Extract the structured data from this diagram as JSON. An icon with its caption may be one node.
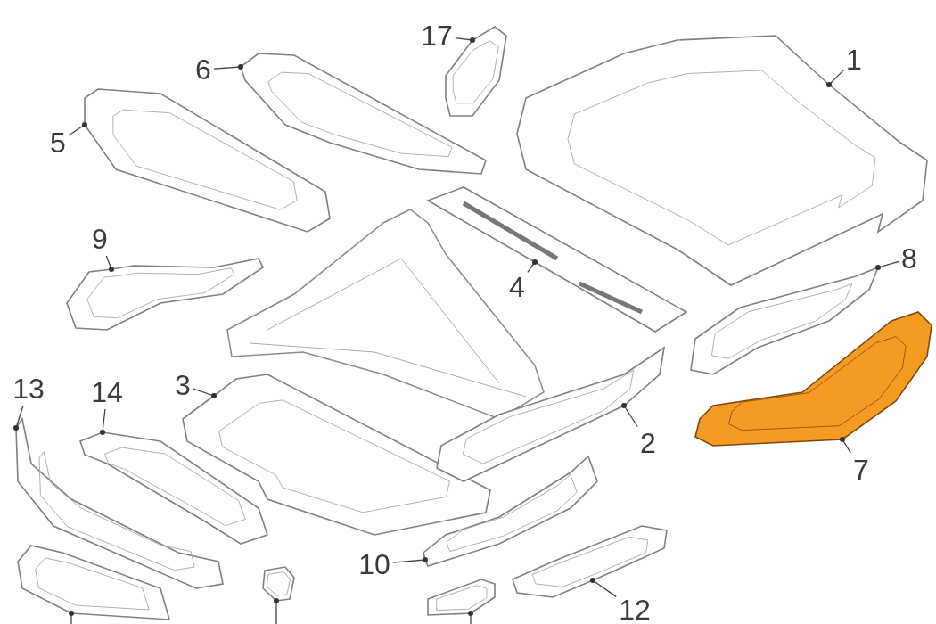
{
  "diagram": {
    "nodes": [
      {
        "text": [
          "17"
        ]
      },
      {
        "text": [],
        "shape": "picture"
      },
      {
        "text": [
          "6"
        ]
      },
      {
        "text": [],
        "shape": "picture"
      },
      {
        "text": [
          "1"
        ]
      },
      {
        "text": [],
        "shape": "picture"
      },
      {
        "text": [
          "5"
        ]
      },
      {
        "text": [],
        "shape": "picture"
      },
      {
        "text": [
          "9"
        ]
      },
      {
        "text": [],
        "shape": "picture"
      },
      {
        "text": [
          "8"
        ]
      },
      {
        "text": [],
        "shape": "picture"
      },
      {
        "text": [
          "4"
        ]
      },
      {
        "text": [],
        "shape": "picture"
      },
      {
        "text": [
          "13"
        ]
      },
      {
        "text": [],
        "shape": "picture"
      },
      {
        "text": [
          "14"
        ]
      },
      {
        "text": [],
        "shape": "picture"
      },
      {
        "text": [
          "3"
        ]
      },
      {
        "text": [],
        "shape": "picture"
      },
      {
        "text": [
          "2"
        ]
      },
      {
        "text": [],
        "shape": "picture"
      },
      {
        "text": [
          "7"
        ]
      },
      {
        "text": [],
        "shape": "picture"
      },
      {
        "text": [
          "10"
        ]
      },
      {
        "text": [],
        "shape": "picture"
      },
      {
        "text": [
          "12"
        ]
      },
      {
        "text": [],
        "shape": "picture"
      },
      {
        "text": [],
        "shape": "picture"
      },
      {
        "text": [],
        "shape": "picture"
      },
      {
        "text": [],
        "shape": "picture"
      }
    ],
    "edges": [
      {
        "from": 0,
        "to": 1,
        "arrow": "other"
      },
      {
        "from": 2,
        "to": 3,
        "arrow": "other"
      },
      {
        "from": 4,
        "to": 5,
        "arrow": "other"
      },
      {
        "from": 6,
        "to": 7,
        "arrow": "other"
      },
      {
        "from": 8,
        "to": 9,
        "arrow": "other"
      },
      {
        "from": 10,
        "to": 11,
        "arrow": "other"
      },
      {
        "from": 12,
        "to": 13,
        "arrow": "other"
      },
      {
        "from": 14,
        "to": 15,
        "arrow": "other"
      },
      {
        "from": 16,
        "to": 17,
        "arrow": "other"
      },
      {
        "from": 18,
        "to": 19,
        "arrow": "other"
      },
      {
        "from": 20,
        "to": 21,
        "arrow": "other"
      },
      {
        "from": 22,
        "to": 23,
        "arrow": "other"
      },
      {
        "from": 24,
        "to": 25,
        "arrow": "other"
      },
      {
        "from": 26,
        "to": 27,
        "arrow": "other"
      },
      {
        "from": null,
        "to": 28,
        "arrow": "other"
      },
      {
        "from": null,
        "to": 29,
        "arrow": "other"
      },
      {
        "from": null,
        "to": 30,
        "arrow": "other"
      }
    ]
  }
}
